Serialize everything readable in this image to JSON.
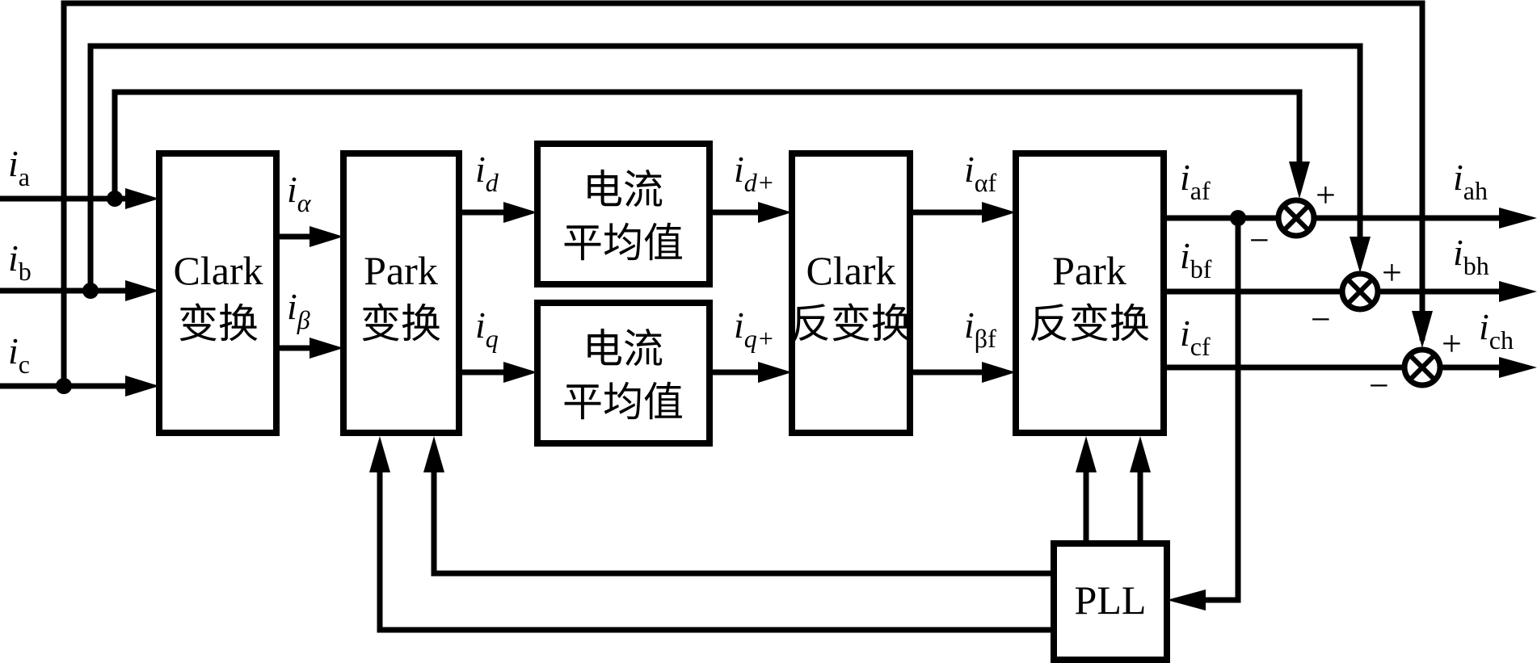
{
  "diagram": {
    "title": "",
    "blocks": {
      "clark": {
        "line1": "Clark",
        "line2": "变换"
      },
      "park": {
        "line1": "Park",
        "line2": "变换"
      },
      "avg_d": {
        "line1": "电流",
        "line2": "平均值"
      },
      "avg_q": {
        "line1": "电流",
        "line2": "平均值"
      },
      "clark_inv": {
        "line1": "Clark",
        "line2": "反变换"
      },
      "park_inv": {
        "line1": "Park",
        "line2": "反变换"
      },
      "pll": {
        "line1": "PLL"
      }
    },
    "signals": {
      "ia": {
        "base": "i",
        "sub": "a"
      },
      "ib": {
        "base": "i",
        "sub": "b"
      },
      "ic": {
        "base": "i",
        "sub": "c"
      },
      "ialpha": {
        "base": "i",
        "sub": "α"
      },
      "ibeta": {
        "base": "i",
        "sub": "β"
      },
      "id": {
        "base": "i",
        "sub": "d"
      },
      "iq": {
        "base": "i",
        "sub": "q"
      },
      "idplus": {
        "base": "i",
        "sub": "d+"
      },
      "iqplus": {
        "base": "i",
        "sub": "q+"
      },
      "ialphaf": {
        "base": "i",
        "sub": "αf"
      },
      "ibetaf": {
        "base": "i",
        "sub": "βf"
      },
      "iaf": {
        "base": "i",
        "sub": "af"
      },
      "ibf": {
        "base": "i",
        "sub": "bf"
      },
      "icf": {
        "base": "i",
        "sub": "cf"
      },
      "iah": {
        "base": "i",
        "sub": "ah"
      },
      "ibh": {
        "base": "i",
        "sub": "bh"
      },
      "ich": {
        "base": "i",
        "sub": "ch"
      }
    },
    "summing_junctions": [
      {
        "id": "sum-a",
        "plus": "+",
        "minus": "−"
      },
      {
        "id": "sum-b",
        "plus": "+",
        "minus": "−"
      },
      {
        "id": "sum-c",
        "plus": "+",
        "minus": "−"
      }
    ]
  }
}
